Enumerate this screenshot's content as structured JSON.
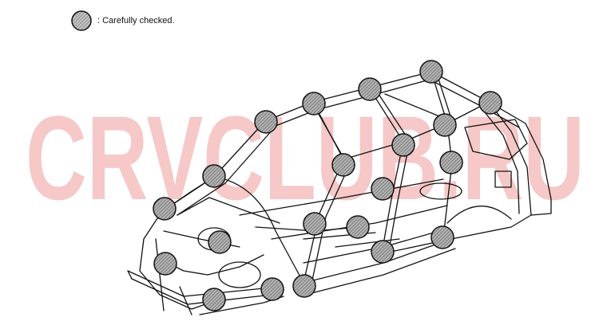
{
  "legend": {
    "label": ": Carefully checked."
  },
  "watermark": {
    "text": "CRVCLUB.RU",
    "color": "#f6c8c8"
  },
  "colors": {
    "line": "#111111",
    "marker_fill": "#9a9a9a",
    "marker_stroke": "#111111",
    "watermark": "#f6c8c8"
  },
  "icons": {
    "legend_marker": "hatched-circle-icon",
    "check_point": "hatched-circle-icon"
  },
  "check_points_count_note": "",
  "diagram": {
    "subject": "car-body-frame"
  }
}
